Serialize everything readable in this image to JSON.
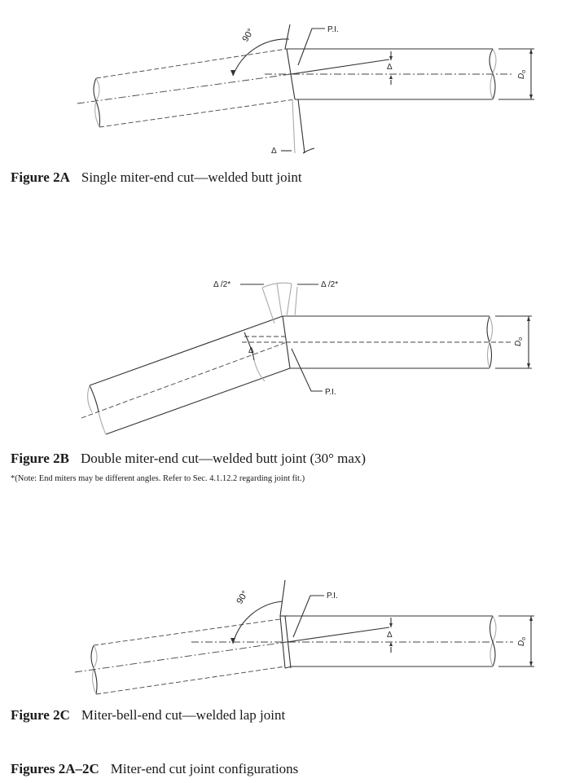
{
  "labels": {
    "pi": "P.I.",
    "delta": "Δ",
    "delta_half": "Δ /2*",
    "diameter": "D",
    "diameter_sub": "o",
    "right_angle": "90°"
  },
  "figures": [
    {
      "number": "Figure 2A",
      "title": "Single miter-end cut—welded butt joint"
    },
    {
      "number": "Figure 2B",
      "title": "Double miter-end cut—welded butt joint (30° max)",
      "note": "*(Note: End miters may be different angles. Refer to Sec. 4.1.12.2 regarding joint fit.)"
    },
    {
      "number": "Figure 2C",
      "title": "Miter-bell-end cut—welded lap joint"
    }
  ],
  "summary": {
    "number": "Figures 2A–2C",
    "title": "Miter-end cut joint configurations"
  }
}
